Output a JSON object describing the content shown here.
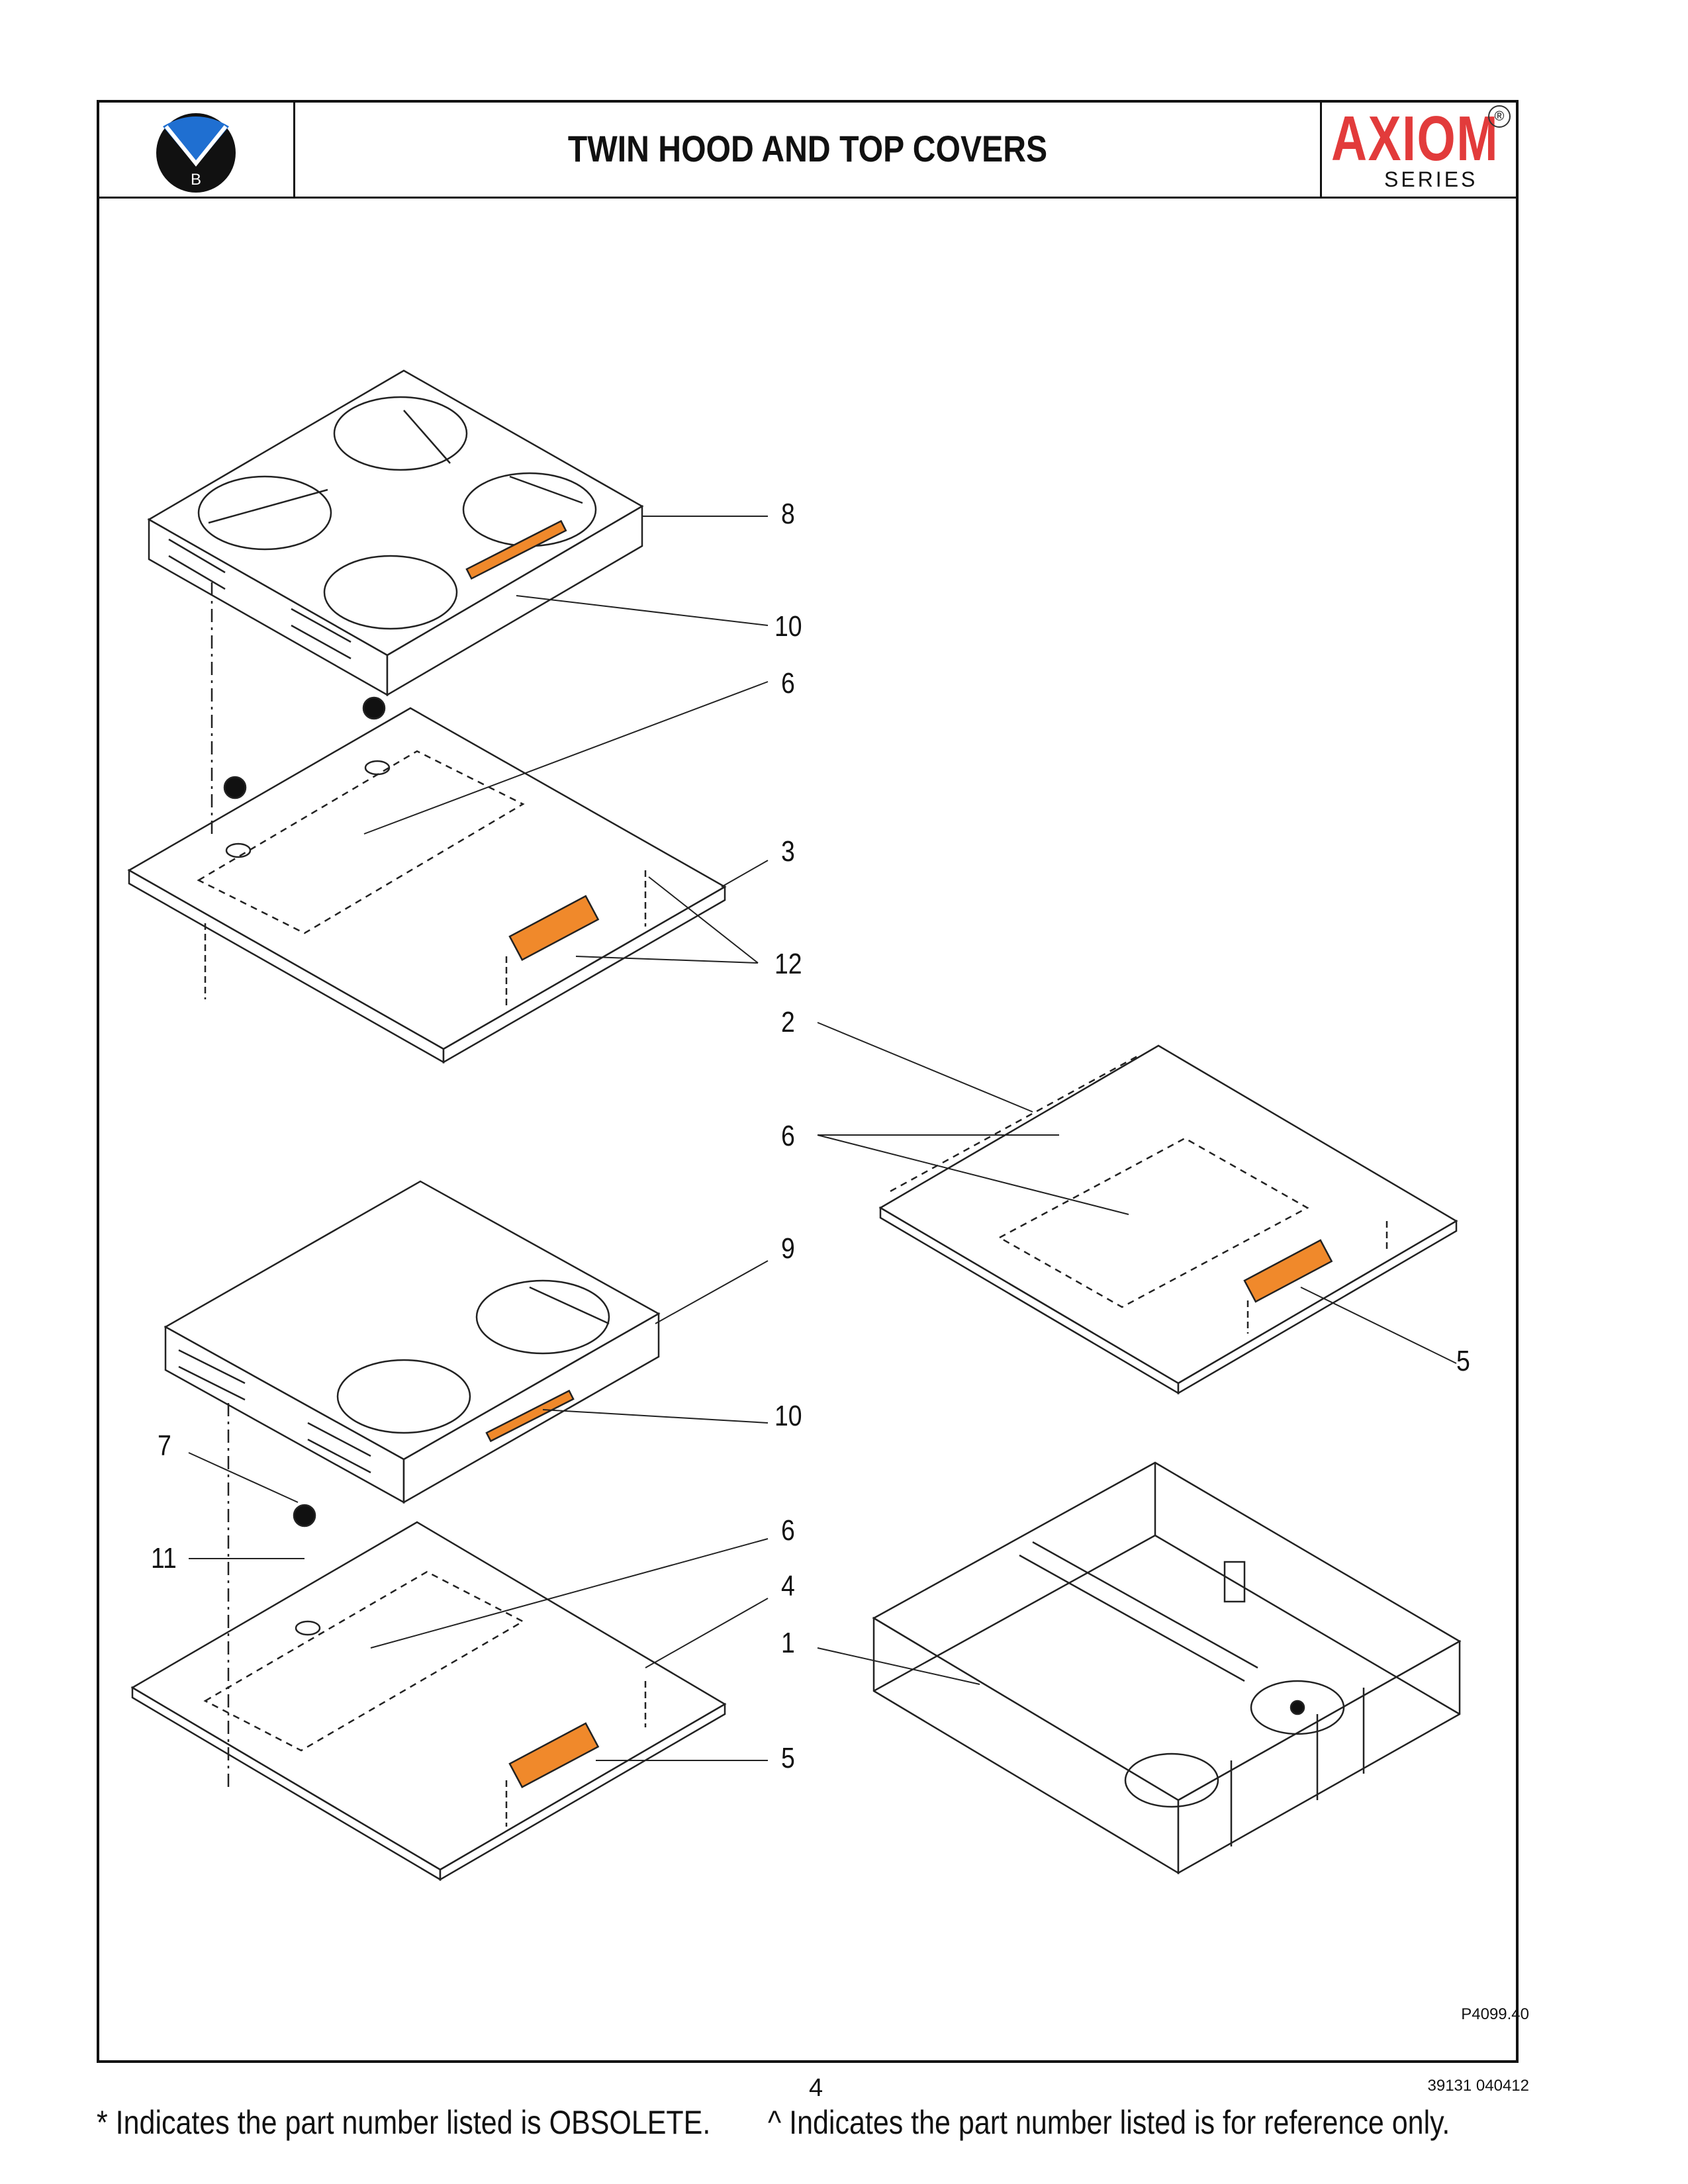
{
  "header": {
    "logo_letter": "B",
    "title": "TWIN HOOD AND TOP COVERS",
    "brand": {
      "name": "AXIOM",
      "series": "SERIES",
      "registered": "®"
    }
  },
  "diagram": {
    "callouts": [
      "8",
      "10",
      "6",
      "3",
      "12",
      "2",
      "6",
      "9",
      "5",
      "10",
      "7",
      "6",
      "11",
      "4",
      "1",
      "5"
    ],
    "figure_id": "P4099.40"
  },
  "footer": {
    "page_number": "4",
    "doc_code": "39131 040412",
    "note_obsolete": "* Indicates the part number listed is OBSOLETE.",
    "note_reference": "^ Indicates the part number listed is for reference only."
  },
  "colors": {
    "brand_red": "#e23b3b",
    "logo_blue": "#1f6fd1",
    "label_orange": "#f0892b"
  }
}
